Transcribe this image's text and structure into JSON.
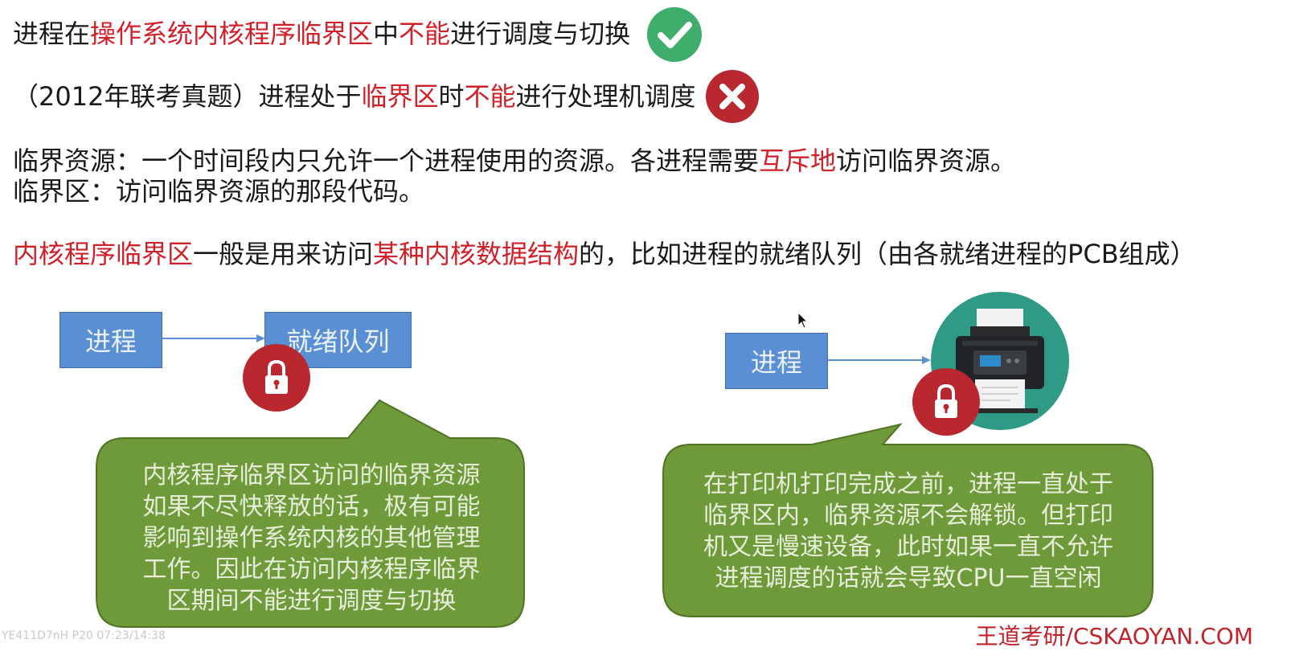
{
  "line1": {
    "a": "进程在",
    "b": "操作系统内核程序临界区",
    "c": "中",
    "d": "不能",
    "e": "进行调度与切换",
    "check_icon": "check-circle-icon"
  },
  "line2": {
    "a": "（2012年联考真题）进程处于",
    "b": "临界区",
    "c": "时",
    "d": "不能",
    "e": "进行处理机调度",
    "cross_icon": "x-circle-icon"
  },
  "definitions": {
    "resource_a": "临界资源：一个时间段内只允许一个进程使用的资源。各进程需要",
    "resource_b": "互斥地",
    "resource_c": "访问临界资源。",
    "section": "临界区：访问临界资源的那段代码。"
  },
  "line5": {
    "a": "内核程序临界区",
    "b": "一般是用来访问",
    "c": "某种内核数据结构",
    "d": "的，比如进程的就绪队列（由各就绪进程的PCB组成）"
  },
  "left_diagram": {
    "process": "进程",
    "queue": "就绪队列",
    "bubble_lines": [
      "内核程序临界区访问的临界资源",
      "如果不尽快释放的话，极有可能",
      "影响到操作系统内核的其他管理",
      "工作。因此在访问内核程序临界",
      "区期间不能进行调度与切换"
    ]
  },
  "right_diagram": {
    "process": "进程",
    "bubble_lines": [
      "在打印机打印完成之前，进程一直处于",
      "临界区内，临界资源不会解锁。但打印",
      "机又是慢速设备，此时如果一直不允许",
      "进程调度的话就会导致CPU一直空闲"
    ]
  },
  "watermark": "YE411D7nH P20 07:23/14:38",
  "brand": "王道考研/CSKAOYAN.COM",
  "colors": {
    "accent_red": "#d0202a",
    "check_green": "#3fae6c",
    "cross_red": "#b8282e",
    "box_blue": "#5b8fd4",
    "bubble_green": "#6f9a3a",
    "printer_teal": "#2f9a86"
  }
}
